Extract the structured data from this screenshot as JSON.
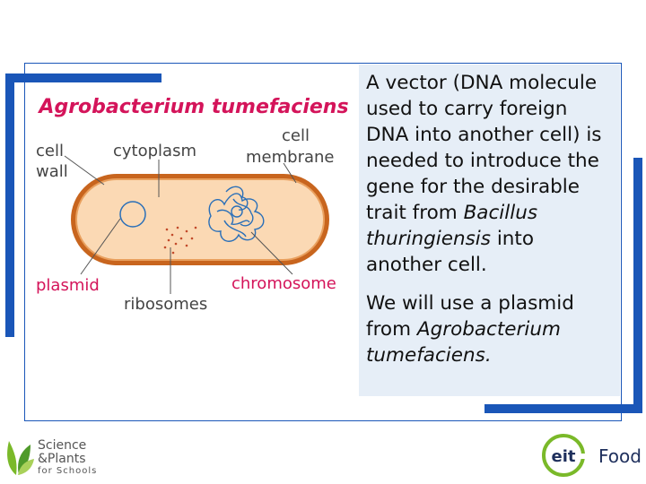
{
  "diagram": {
    "title": "Agrobacterium tumefaciens",
    "labels": {
      "cell_wall_line1": "cell",
      "cell_wall_line2": "wall",
      "cytoplasm": "cytoplasm",
      "cell_membrane_line1": "cell",
      "cell_membrane_line2": "membrane",
      "plasmid": "plasmid",
      "ribosomes": "ribosomes",
      "chromosome": "chromosome"
    },
    "colors": {
      "title": "#d4145a",
      "label": "#444444",
      "label_accent": "#d4145a",
      "cell_wall": "#c8651e",
      "cytoplasm": "#fbd9b4",
      "dna": "#2a6fb8",
      "ribosome": "#c24a2a"
    }
  },
  "text_panel": {
    "p1_a": "A vector (DNA molecule used to carry foreign DNA into another cell) is needed to introduce the gene for the desirable trait from ",
    "p1_em": "Bacillus thuringiensis",
    "p1_b": " into another cell.",
    "p2_a": "We will use a plasmid from ",
    "p2_em": "Agrobacterium tumefaciens."
  },
  "logos": {
    "left": {
      "line1": "Science",
      "line2": "&Plants",
      "line3": "for Schools",
      "icon": "leaf-icon"
    },
    "right": {
      "mark": "eit",
      "word": "Food"
    }
  },
  "colors": {
    "accent_blue": "#1a56b8",
    "panel_bg": "#e6eef7",
    "eit_green": "#7ab929"
  }
}
